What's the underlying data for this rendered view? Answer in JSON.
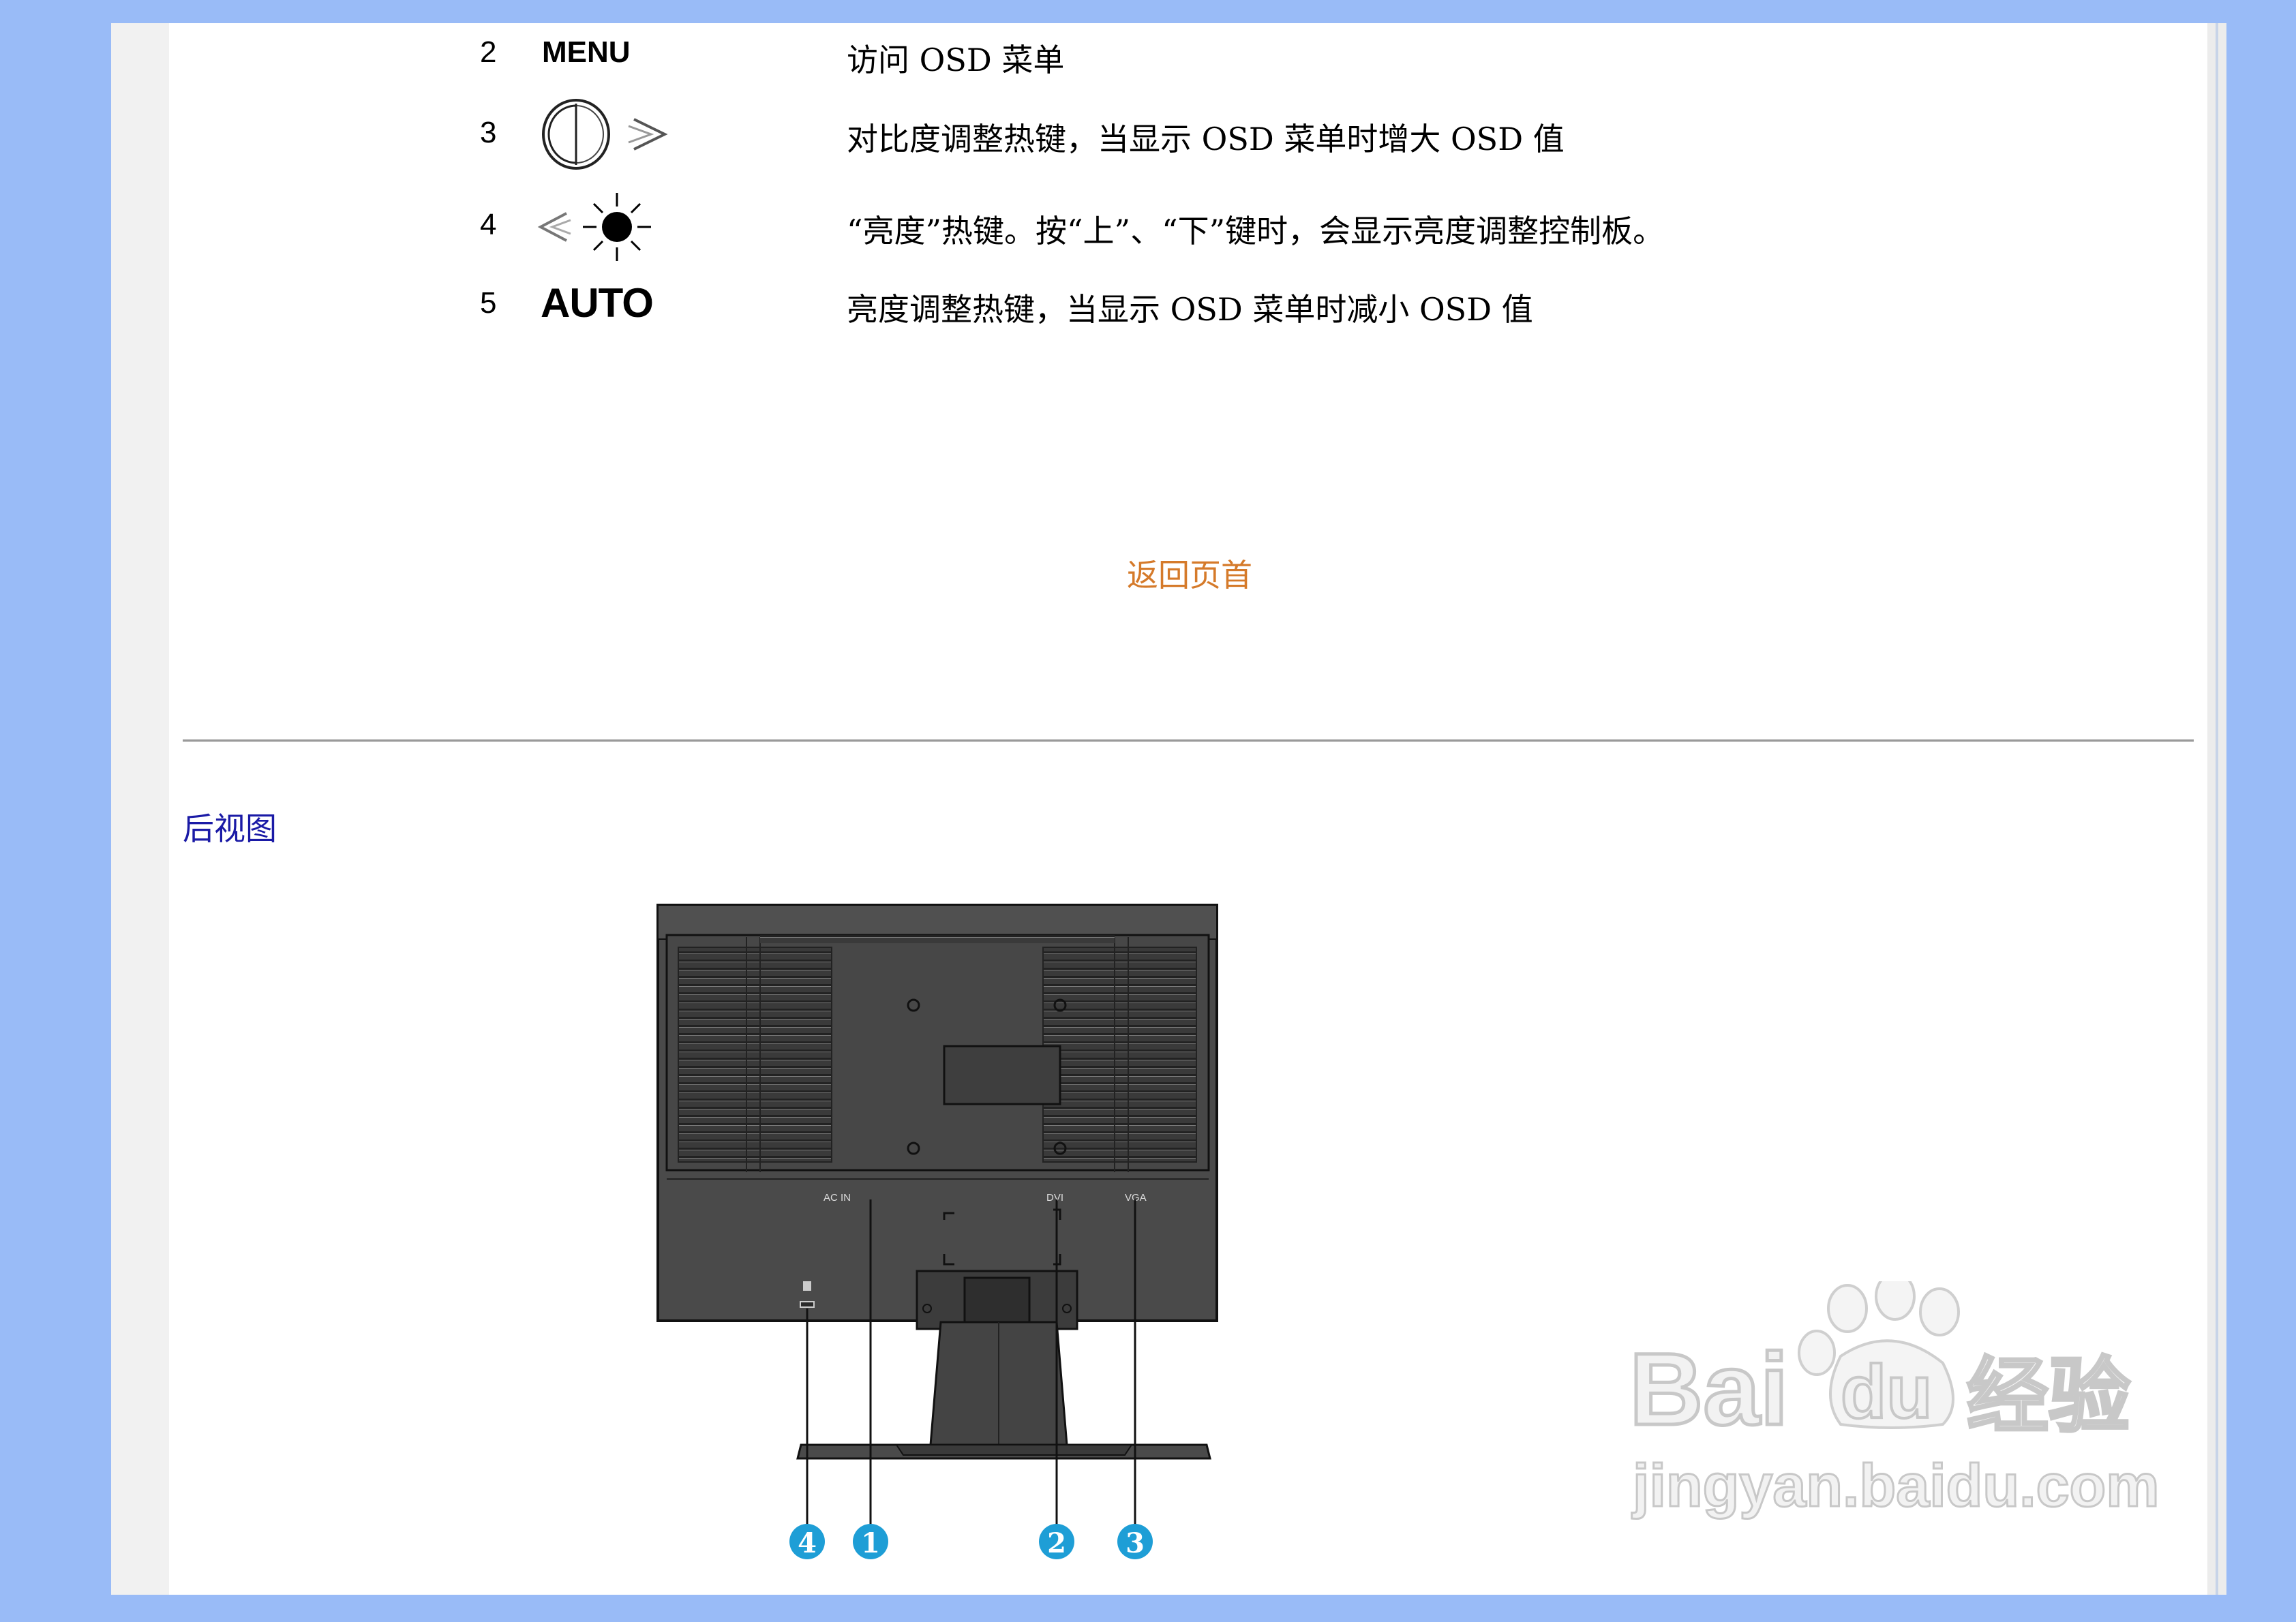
{
  "rows": [
    {
      "num": "2",
      "label": "MENU",
      "desc": "访问 OSD 菜单"
    },
    {
      "num": "3",
      "icon": "contrast-increase-icon",
      "desc": "对比度调整热键，当显示 OSD 菜单时增大 OSD 值"
    },
    {
      "num": "4",
      "icon": "brightness-decrease-icon",
      "desc": "“亮度”热键。按“上”、“下”键时，会显示亮度调整控制板。"
    },
    {
      "num": "5",
      "label": "AUTO",
      "desc": "亮度调整热键，当显示 OSD 菜单时减小 OSD 值"
    }
  ],
  "back_to_top": "返回页首",
  "rear_view": {
    "title": "后视图",
    "port_labels": {
      "ac_in": "AC IN",
      "dvi": "DVI",
      "vga": "VGA"
    },
    "callouts": [
      "4",
      "1",
      "2",
      "3"
    ],
    "callout_color": "#1e9ed6"
  },
  "watermark": {
    "brand": "Bai",
    "brand_du": "du",
    "brand_suffix": "经验",
    "url": "jingyan.baidu.com"
  }
}
